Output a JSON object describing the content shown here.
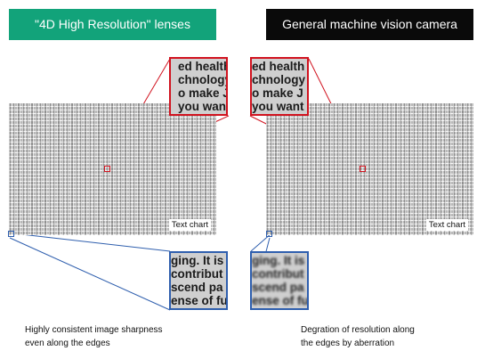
{
  "banners": {
    "left": {
      "text": "\"4D High Resolution\" lenses",
      "bg": "#12a37a",
      "color": "#ffffff"
    },
    "right": {
      "text": "General machine vision camera",
      "bg": "#0a0a0a",
      "color": "#ffffff"
    }
  },
  "chart_label": "Text chart",
  "zoom_top": [
    "ed health",
    "chnology",
    "o make J",
    "you want"
  ],
  "zoom_bottom": [
    "ging. It is",
    " contribut",
    "scend pa",
    "ense of fu"
  ],
  "captions": {
    "left": [
      "Highly consistent image sharpness",
      "even along the edges"
    ],
    "right": [
      "Degration of resolution along",
      "the edges by aberration"
    ]
  },
  "colors": {
    "red_frame": "#d1131f",
    "blue_frame": "#2f5fae"
  }
}
